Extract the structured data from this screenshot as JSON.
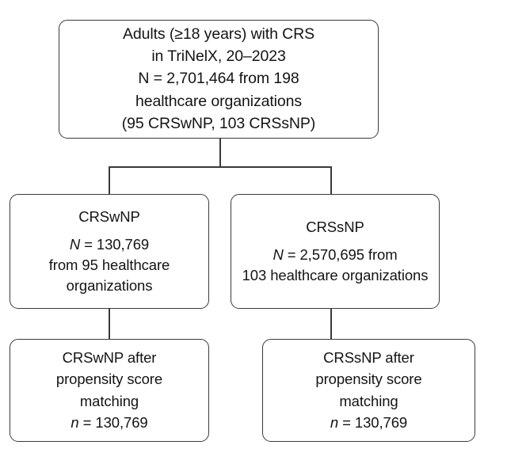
{
  "figure": {
    "type": "flowchart",
    "orientation": "top-down",
    "stroke_color": "#3a3a3c",
    "fill_color": "#ffffff",
    "text_color": "#141414"
  },
  "nodes": {
    "top": {
      "name": "cohort-source",
      "lines": [
        "Adults (≥18 years) with CRS",
        "in TriNelX, 20–2023",
        "N = 2,701,464 from 198",
        "healthcare organizations",
        "(95 CRSwNP, 103 CRSsNP)"
      ]
    },
    "crswnp": {
      "name": "crswnp-cohort",
      "title": "CRSwNP",
      "lines": [
        "N = 130,769",
        "from 95 healthcare",
        "organizations"
      ],
      "n_label": "N",
      "n_value": "= 130,769"
    },
    "crsnp": {
      "name": "crsnp-cohort",
      "title": "CRSsNP",
      "lines": [
        "N = 2,570,695 from",
        "103 healthcare organizations"
      ],
      "n_label": "N",
      "n_value": "= 2,570,695 from",
      "second_line": "103 healthcare organizations"
    },
    "crswnp_psm": {
      "name": "crswnp-after-matching",
      "lines": [
        "CRSwNP after",
        "propensity score",
        "matching"
      ],
      "n_label": "n",
      "n_value": "= 130,769"
    },
    "crsnp_psm": {
      "name": "crsnp-after-matching",
      "lines": [
        "CRSsNP after",
        "propensity score",
        "matching"
      ],
      "n_label": "n",
      "n_value": "= 130,769"
    }
  },
  "chart_data": {
    "type": "flowchart",
    "title": "Study cohort selection flow",
    "nodes": [
      {
        "id": "source",
        "label": "Adults (≥18 years) with CRS in TriNelX, 20–2023",
        "N": 2701464,
        "healthcare_organizations": 198,
        "organizations_crswnp": 95,
        "organizations_crssnp": 103,
        "level": 0
      },
      {
        "id": "crswnp",
        "label": "CRSwNP",
        "N": 130769,
        "healthcare_organizations": 95,
        "level": 1
      },
      {
        "id": "crssnp",
        "label": "CRSsNP",
        "N": 2570695,
        "healthcare_organizations": 103,
        "level": 1
      },
      {
        "id": "crswnp_psm",
        "label": "CRSwNP after propensity score matching",
        "n": 130769,
        "level": 2
      },
      {
        "id": "crssnp_psm",
        "label": "CRSsNP after propensity score matching",
        "n": 130769,
        "level": 2
      }
    ],
    "edges": [
      {
        "from": "source",
        "to": "crswnp"
      },
      {
        "from": "source",
        "to": "crssnp"
      },
      {
        "from": "crswnp",
        "to": "crswnp_psm"
      },
      {
        "from": "crssnp",
        "to": "crssnp_psm"
      }
    ]
  }
}
